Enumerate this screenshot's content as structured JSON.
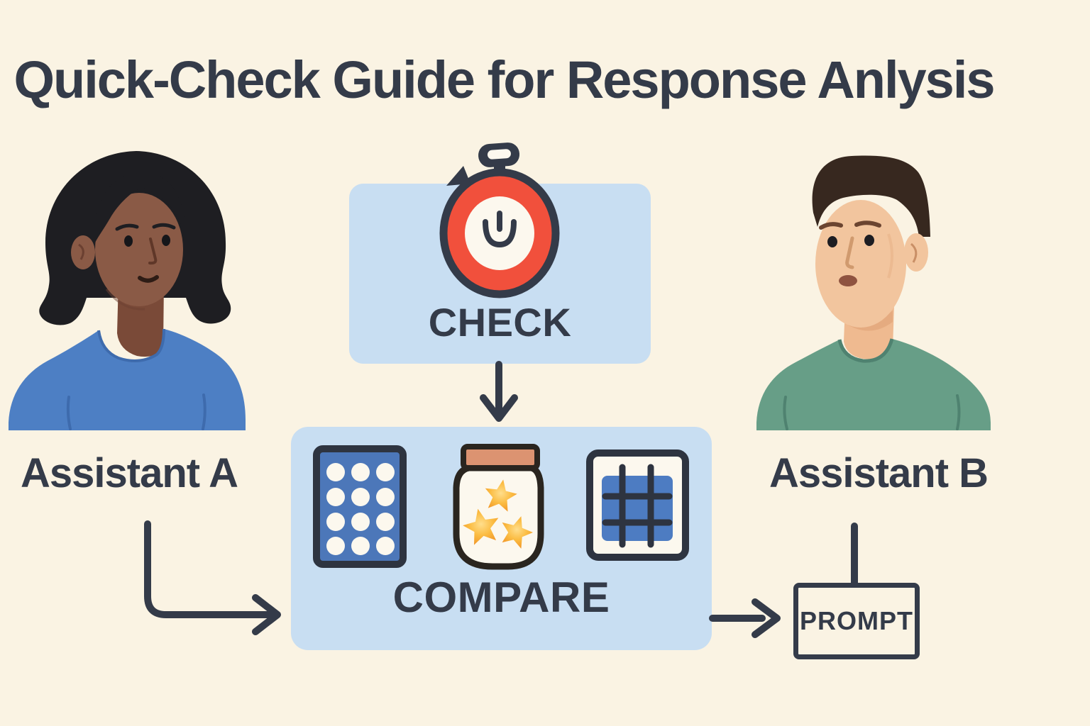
{
  "title": "Quick-Check Guide for Response Anlysis",
  "figures": {
    "assistant_a": {
      "label": "Assistant A",
      "icon": "woman-avatar-illustration"
    },
    "assistant_b": {
      "label": "Assistant B",
      "icon": "man-avatar-illustration"
    }
  },
  "flow": {
    "check": {
      "label": "CHECK",
      "icon": "stopwatch-icon"
    },
    "compare": {
      "label": "COMPARE",
      "icons": [
        "dot-grid-panel-icon",
        "star-jar-icon",
        "table-grid-icon"
      ]
    },
    "prompt": {
      "label": "PROMPT"
    }
  },
  "colors": {
    "background": "#FAF3E3",
    "panel_blue": "#C8DEF2",
    "ink": "#343B49",
    "accent_red": "#F1503C",
    "shirt_blue": "#4D7FC4",
    "shirt_green": "#679E87",
    "dot_panel_blue": "#4C77B9",
    "grid_blue": "#4D7CC2",
    "star_yellow": "#F7AC36",
    "jar_lid_tan": "#DC9371",
    "skin_a": "#8A5A46",
    "skin_b": "#F2C59E",
    "hair_a": "#1E1E22",
    "hair_b": "#37281F",
    "paper_white": "#FCF8EE"
  }
}
